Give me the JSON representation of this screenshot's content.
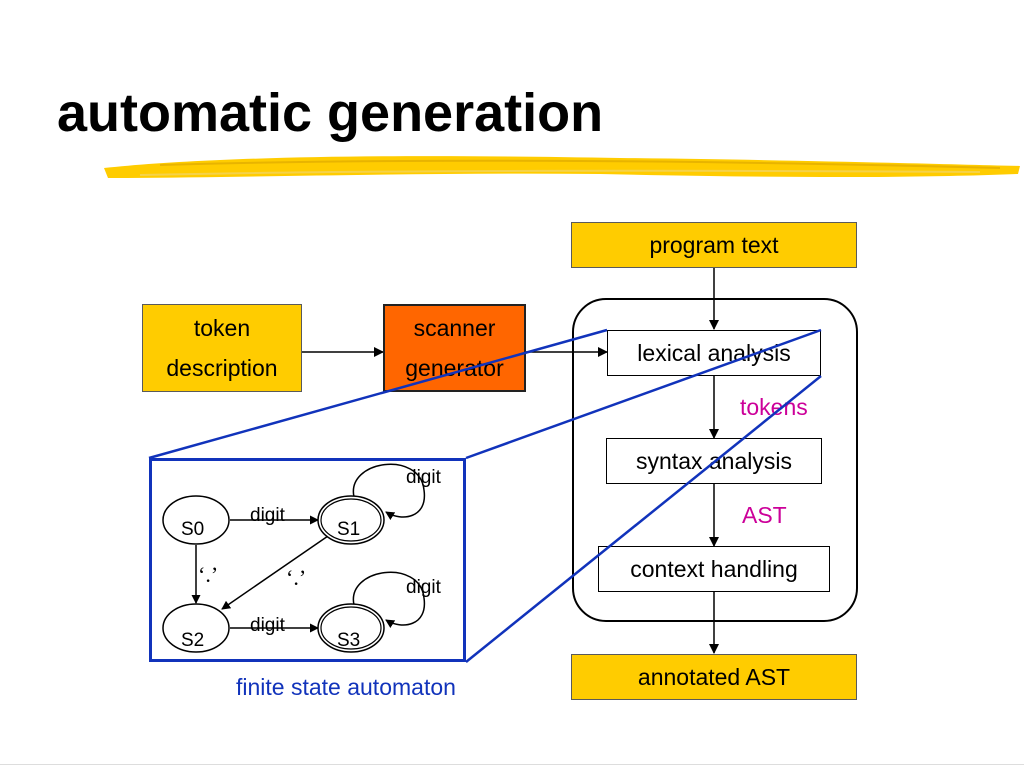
{
  "title": "automatic generation",
  "colors": {
    "accent_yellow": "#ffcc00",
    "generator_orange": "#ff6600",
    "zoom_blue": "#1133bb",
    "label_magenta": "#cc0099"
  },
  "pipeline": {
    "program_text": "program text",
    "lexical_analysis": "lexical analysis",
    "tokens_label": "tokens",
    "syntax_analysis": "syntax analysis",
    "ast_label": "AST",
    "context_handling": "context handling",
    "annotated_ast": "annotated AST"
  },
  "generator": {
    "token_description_line1": "token",
    "token_description_line2": "description",
    "scanner_generator_line1": "scanner",
    "scanner_generator_line2": "generator"
  },
  "fsm": {
    "caption": "finite state automaton",
    "states": [
      "S0",
      "S1",
      "S2",
      "S3"
    ],
    "edge_labels": {
      "s0_s1": "digit",
      "s1_loop": "digit",
      "s2_s3": "digit",
      "s3_loop": "digit",
      "s0_s2": "‘.’",
      "s1_s2": "‘.’"
    }
  }
}
